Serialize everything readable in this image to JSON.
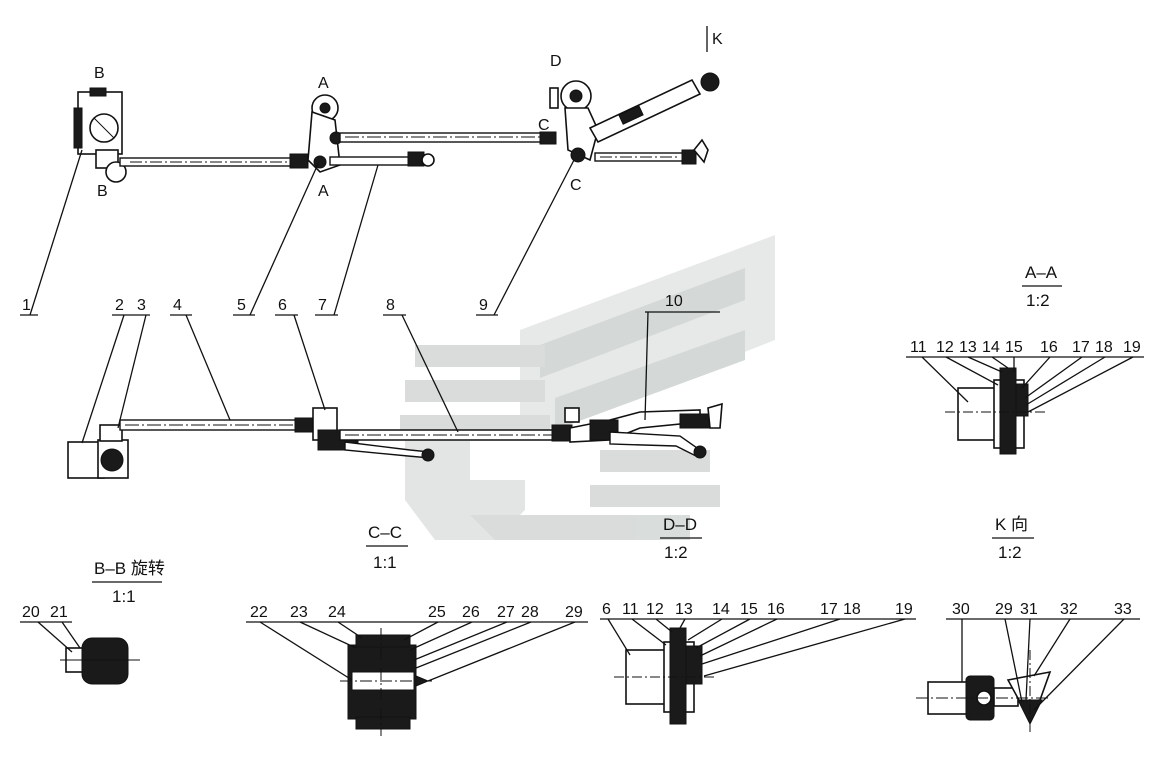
{
  "callouts_top": [
    "1",
    "5",
    "7",
    "9"
  ],
  "callouts_mid": [
    "2",
    "3",
    "4",
    "6",
    "8",
    "10"
  ],
  "section_letters": {
    "B_top": "B",
    "B_bot": "B",
    "A_top": "A",
    "A_bot": "A",
    "C_top": "C",
    "C_bot": "C",
    "D": "D",
    "K": "K"
  },
  "views": {
    "aa": {
      "title": "A–A",
      "scale": "1:2",
      "callouts": [
        "11",
        "12",
        "13",
        "14",
        "15",
        "16",
        "17",
        "18",
        "19"
      ]
    },
    "bb": {
      "title": "B–B 旋转",
      "scale": "1:1",
      "callouts": [
        "20",
        "21"
      ]
    },
    "cc": {
      "title": "C–C",
      "scale": "1:1",
      "callouts": [
        "22",
        "23",
        "24",
        "25",
        "26",
        "27",
        "28",
        "29"
      ]
    },
    "dd": {
      "title": "D–D",
      "scale": "1:2",
      "callouts": [
        "6",
        "11",
        "12",
        "13",
        "14",
        "15",
        "16",
        "17",
        "18",
        "19"
      ]
    },
    "kk": {
      "title": "K 向",
      "scale": "1:2",
      "callouts": [
        "30",
        "29",
        "31",
        "32",
        "33"
      ]
    }
  }
}
